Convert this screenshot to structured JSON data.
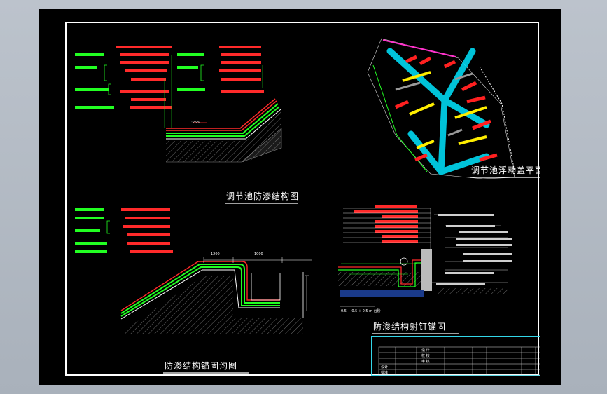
{
  "drawings": {
    "liner_section": {
      "title": "调节池防渗结构图",
      "slope_label": "1:25%"
    },
    "float_cover_plan": {
      "title": "调节池浮动盖平面图"
    },
    "anchor_trench": {
      "title": "防渗结构锚固沟图",
      "dim_left": "1200",
      "dim_right": "1000"
    },
    "nail_anchor": {
      "title": "防渗结构射钉锚固",
      "bottom_dim": "0.5 + 0.5 + 0.5 m 台阶"
    }
  },
  "title_block": {
    "cells": [
      "设 计",
      "校 核",
      "审 核",
      "设计",
      "批准"
    ]
  },
  "colors": {
    "background": "#000000",
    "frame": "#ffffff",
    "annotation_red": "#ff2a2a",
    "annotation_green": "#22ff22",
    "cyan": "#00e5ff",
    "title_block": "#33d6e8"
  }
}
